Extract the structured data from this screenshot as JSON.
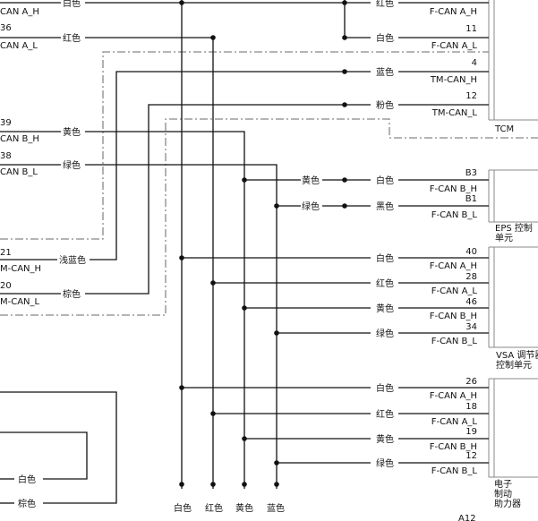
{
  "colors": {
    "white": "白色",
    "red": "红色",
    "blue": "蓝色",
    "pink": "粉色",
    "yellow": "黄色",
    "green": "绿色",
    "black": "黑色",
    "lightblue": "浅蓝色",
    "brown": "棕色"
  },
  "left_pins": {
    "p_top_label": "CAN A_H",
    "p36": "36",
    "p36_label": "CAN A_L",
    "p39": "39",
    "p39_label": "CAN B_H",
    "p38": "38",
    "p38_label": "CAN B_L",
    "p21": "21",
    "p21_label": "M-CAN_H",
    "p20": "20",
    "p20_label": "M-CAN_L"
  },
  "tcm": {
    "name": "TCM",
    "pins": [
      {
        "num": "",
        "label": "F-CAN A_H",
        "color": "红色"
      },
      {
        "num": "11",
        "label": "F-CAN A_L",
        "color": "白色"
      },
      {
        "num": "4",
        "label": "TM-CAN_H",
        "color": "蓝色"
      },
      {
        "num": "12",
        "label": "TM-CAN_L",
        "color": "粉色"
      }
    ]
  },
  "eps": {
    "name_line1": "EPS 控制",
    "name_line2": "单元",
    "pins": [
      {
        "num": "B3",
        "label": "F-CAN B_H",
        "color": "白色"
      },
      {
        "num": "B1",
        "label": "F-CAN B_L",
        "color": "黑色"
      }
    ]
  },
  "vsa": {
    "name_line1": "VSA 调节器",
    "name_line2": "控制单元",
    "pins": [
      {
        "num": "40",
        "label": "F-CAN A_H",
        "color": "白色"
      },
      {
        "num": "28",
        "label": "F-CAN A_L",
        "color": "红色"
      },
      {
        "num": "46",
        "label": "F-CAN B_H",
        "color": "黄色"
      },
      {
        "num": "34",
        "label": "F-CAN B_L",
        "color": "绿色"
      }
    ]
  },
  "brake": {
    "name_line1": "电子",
    "name_line2": "制动",
    "name_line3": "助力器",
    "pins": [
      {
        "num": "26",
        "label": "F-CAN A_H",
        "color": "白色"
      },
      {
        "num": "18",
        "label": "F-CAN A_L",
        "color": "红色"
      },
      {
        "num": "19",
        "label": "F-CAN B_H",
        "color": "黄色"
      },
      {
        "num": "12",
        "label": "F-CAN B_L",
        "color": "绿色"
      }
    ]
  },
  "bottom_pin": "A12"
}
